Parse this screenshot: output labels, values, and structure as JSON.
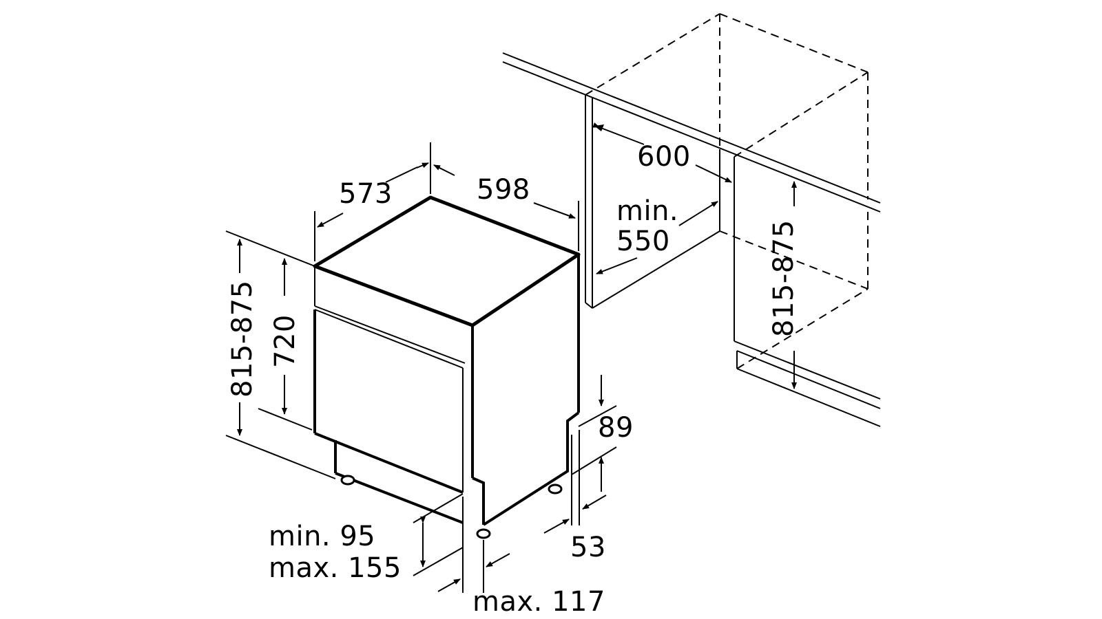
{
  "colors": {
    "line": "#000000",
    "background": "#ffffff"
  },
  "dimensions": {
    "depth": "573",
    "width": "598",
    "niche_width": "600",
    "niche_depth_line1": "min.",
    "niche_depth_line2": "550",
    "niche_height": "815-875",
    "height_range": "815-875",
    "body_height": "720",
    "plinth_gap": "89",
    "plinth_recess": "53",
    "plinth_height_min": "min. 95",
    "plinth_height_max": "max. 155",
    "foot_offset": "max. 117"
  }
}
